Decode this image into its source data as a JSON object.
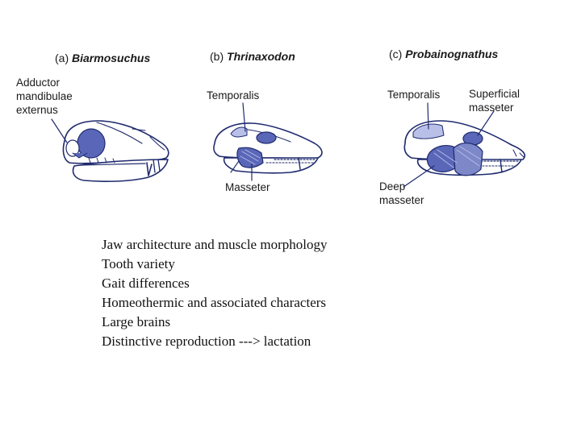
{
  "panels": [
    {
      "letter": "(a)",
      "name": "Biarmosuchus"
    },
    {
      "letter": "(b)",
      "name": "Thrinaxodon"
    },
    {
      "letter": "(c)",
      "name": "Probainognathus"
    }
  ],
  "callouts": {
    "adductor": [
      "Adductor",
      "mandibulae",
      "externus"
    ],
    "temporalis_b": "Temporalis",
    "masseter_b": "Masseter",
    "temporalis_c": "Temporalis",
    "superficial_masseter": [
      "Superficial",
      "masseter"
    ],
    "deep_masseter": [
      "Deep",
      "masseter"
    ]
  },
  "colors": {
    "ink": "#1f2a6e",
    "muscle": "#5a67b8",
    "muscle_light": "#b9c0e8"
  },
  "bullets": [
    "Jaw architecture and muscle morphology",
    "Tooth variety",
    "Gait differences",
    "Homeothermic and associated characters",
    "Large brains",
    "Distinctive reproduction ---> lactation"
  ]
}
